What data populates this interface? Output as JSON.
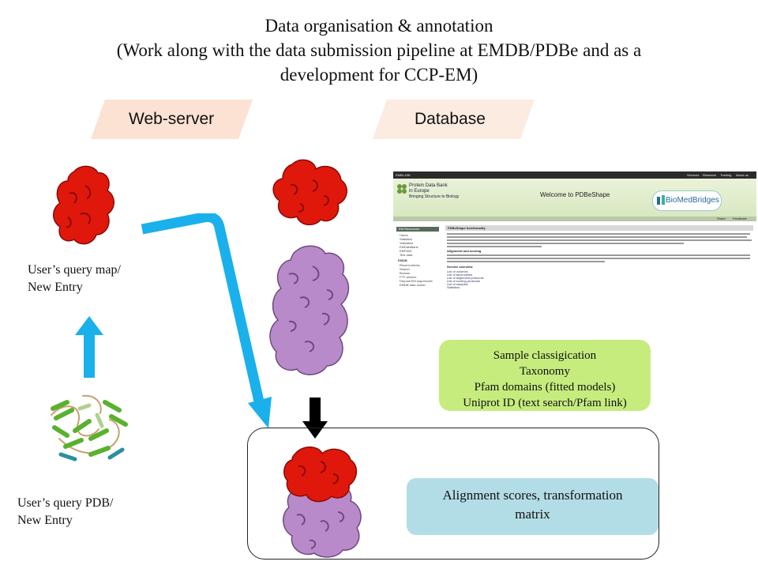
{
  "title": {
    "line1": "Data organisation & annotation",
    "line2": "(Work along with the data submission pipeline at EMDB/PDBe and as a",
    "line3": "development for CCP-EM)"
  },
  "banners": {
    "web_server": "Web-server",
    "database": "Database"
  },
  "captions": {
    "query_map_line1": "User’s query map/",
    "query_map_line2": "New Entry",
    "query_pdb_line1": "User’s query PDB/",
    "query_pdb_line2": "New Entry"
  },
  "annotation_box": {
    "lines": [
      "Sample classigication",
      "Taxonomy",
      "Pfam domains (fitted models)",
      "Uniprot ID (text search/Pfam link)"
    ]
  },
  "result_box": {
    "line1": "Alignment scores, transformation",
    "line2": "matrix"
  },
  "website": {
    "topbar_left": "EMBL-EBI",
    "topbar_items": [
      "Services",
      "Research",
      "Training",
      "About us"
    ],
    "org_line1": "Protein Data Bank",
    "org_line2": "in Europe",
    "org_line3": "Bringing Structure to Biology",
    "welcome": "Welcome to PDBeShape",
    "partner": "BioMedBridges",
    "share": "Share",
    "feedback": "Feedback",
    "sidebar_title": "EM Resources",
    "sidebar_items": [
      "Home",
      "Statistics",
      "Validation",
      "EMDataBank",
      "EMPIAR",
      "Test data"
    ],
    "sidebar_section": "EMDB",
    "sidebar_items2": [
      "Recent entries",
      "Search",
      "Browse",
      "FTP archive",
      "Deposit EM map/model",
      "EMDB data model"
    ],
    "main_title": "PDBeShape functionality",
    "section_alignment": "Alignment and scoring",
    "section_overview": "Service overview",
    "overview_links": [
      "List of volumes",
      "List of taxonomies",
      "List of alignment protocols",
      "List of scoring protocols",
      "List of samples",
      "Statistics"
    ]
  },
  "colors": {
    "arrow_blue": "#1ab0ec",
    "map_red": "#e0180c",
    "map_purple": "#b98ac9",
    "banner_web": "#fbe2d3",
    "banner_db": "#fcebe1",
    "annotation_green": "#c6ec7e",
    "result_blue": "#b3dde6"
  }
}
